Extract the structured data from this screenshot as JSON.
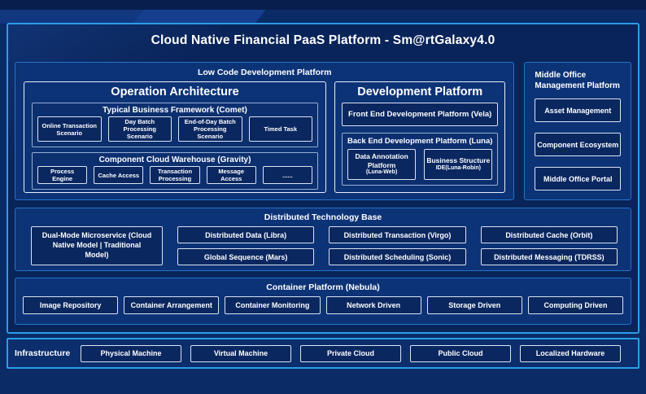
{
  "title": "Cloud Native Financial PaaS Platform - Sm@rtGalaxy4.0",
  "low_code": {
    "title": "Low Code Development Platform",
    "operation_architecture": {
      "title": "Operation Architecture",
      "typical_business": {
        "title": "Typical Business Framework (Comet)",
        "items": [
          "Online Transaction Scenario",
          "Day Batch Processing Scenario",
          "End-of-Day Batch Processing Scenario",
          "Timed Task"
        ]
      },
      "component_warehouse": {
        "title": "Component Cloud Warehouse (Gravity)",
        "items": [
          "Process Engine",
          "Cache Access",
          "Transaction Processing",
          "Message Access",
          "......"
        ]
      }
    },
    "development_platform": {
      "title": "Development Platform",
      "front_end": "Front End Development Platform (Vela)",
      "back_end": {
        "title": "Back End Development Platform (Luna)",
        "items": [
          {
            "name": "Data Annotation Platform",
            "sub": "(Luna-Web)"
          },
          {
            "name": "Business Structure",
            "sub": "IDE(Luna-Robin)"
          }
        ]
      }
    }
  },
  "middle_office": {
    "title": "Middle Office Management Platform",
    "items": [
      "Asset Management",
      "Component Ecosystem",
      "Middle Office Portal"
    ]
  },
  "distributed": {
    "title": "Distributed Technology Base",
    "dual_mode": "Dual-Mode Microservice (Cloud Native Model | Traditional Model)",
    "items": [
      "Distributed Data (Libra)",
      "Distributed Transaction (Virgo)",
      "Distributed Cache (Orbit)",
      "Global Sequence (Mars)",
      "Distributed Scheduling (Sonic)",
      "Distributed Messaging (TDRSS)"
    ]
  },
  "container_platform": {
    "title": "Container Platform (Nebula)",
    "items": [
      "Image Repository",
      "Container Arrangement",
      "Container Monitoring",
      "Network Driven",
      "Storage Driven",
      "Computing Driven"
    ]
  },
  "infrastructure": {
    "title": "Infrastructure",
    "items": [
      "Physical Machine",
      "Virtual Machine",
      "Private Cloud",
      "Public Cloud",
      "Localized Hardware"
    ]
  },
  "colors": {
    "accent_border": "#2B9CE8",
    "panel_fill": "#0D3377",
    "leaf_fill": "#0A2760",
    "background": "#0B2B66"
  }
}
